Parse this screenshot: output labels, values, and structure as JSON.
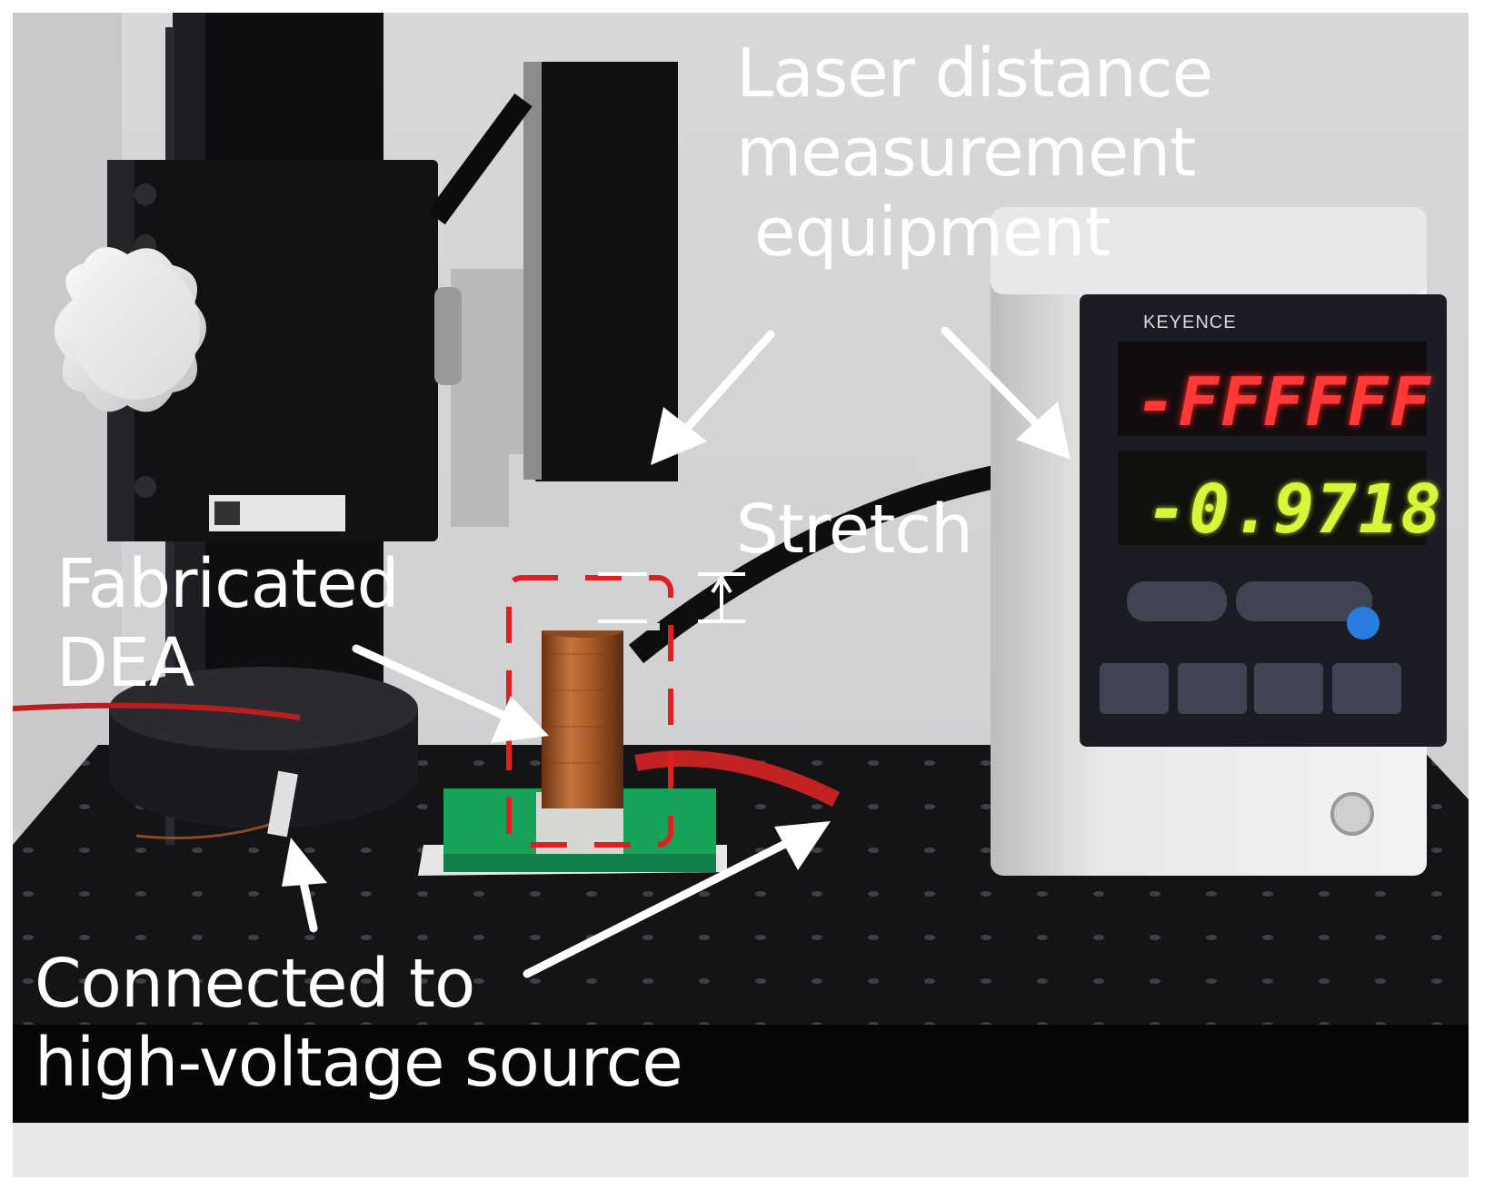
{
  "labels": {
    "laser": [
      "Laser distance",
      "measurement",
      "equipment"
    ],
    "stretch": "Stretch",
    "dea": [
      "Fabricated",
      "DEA"
    ],
    "hv": [
      "Connected to",
      "high-voltage source"
    ]
  },
  "device": {
    "brand": "KEYENCE",
    "readout_top": "-FFFFFF",
    "readout_bottom": "-0.9718"
  },
  "colors": {
    "label_text": "#ffffff",
    "highlight_box": "#e02020",
    "readout_top": "#ff3838",
    "readout_bottom": "#d8f53a"
  }
}
